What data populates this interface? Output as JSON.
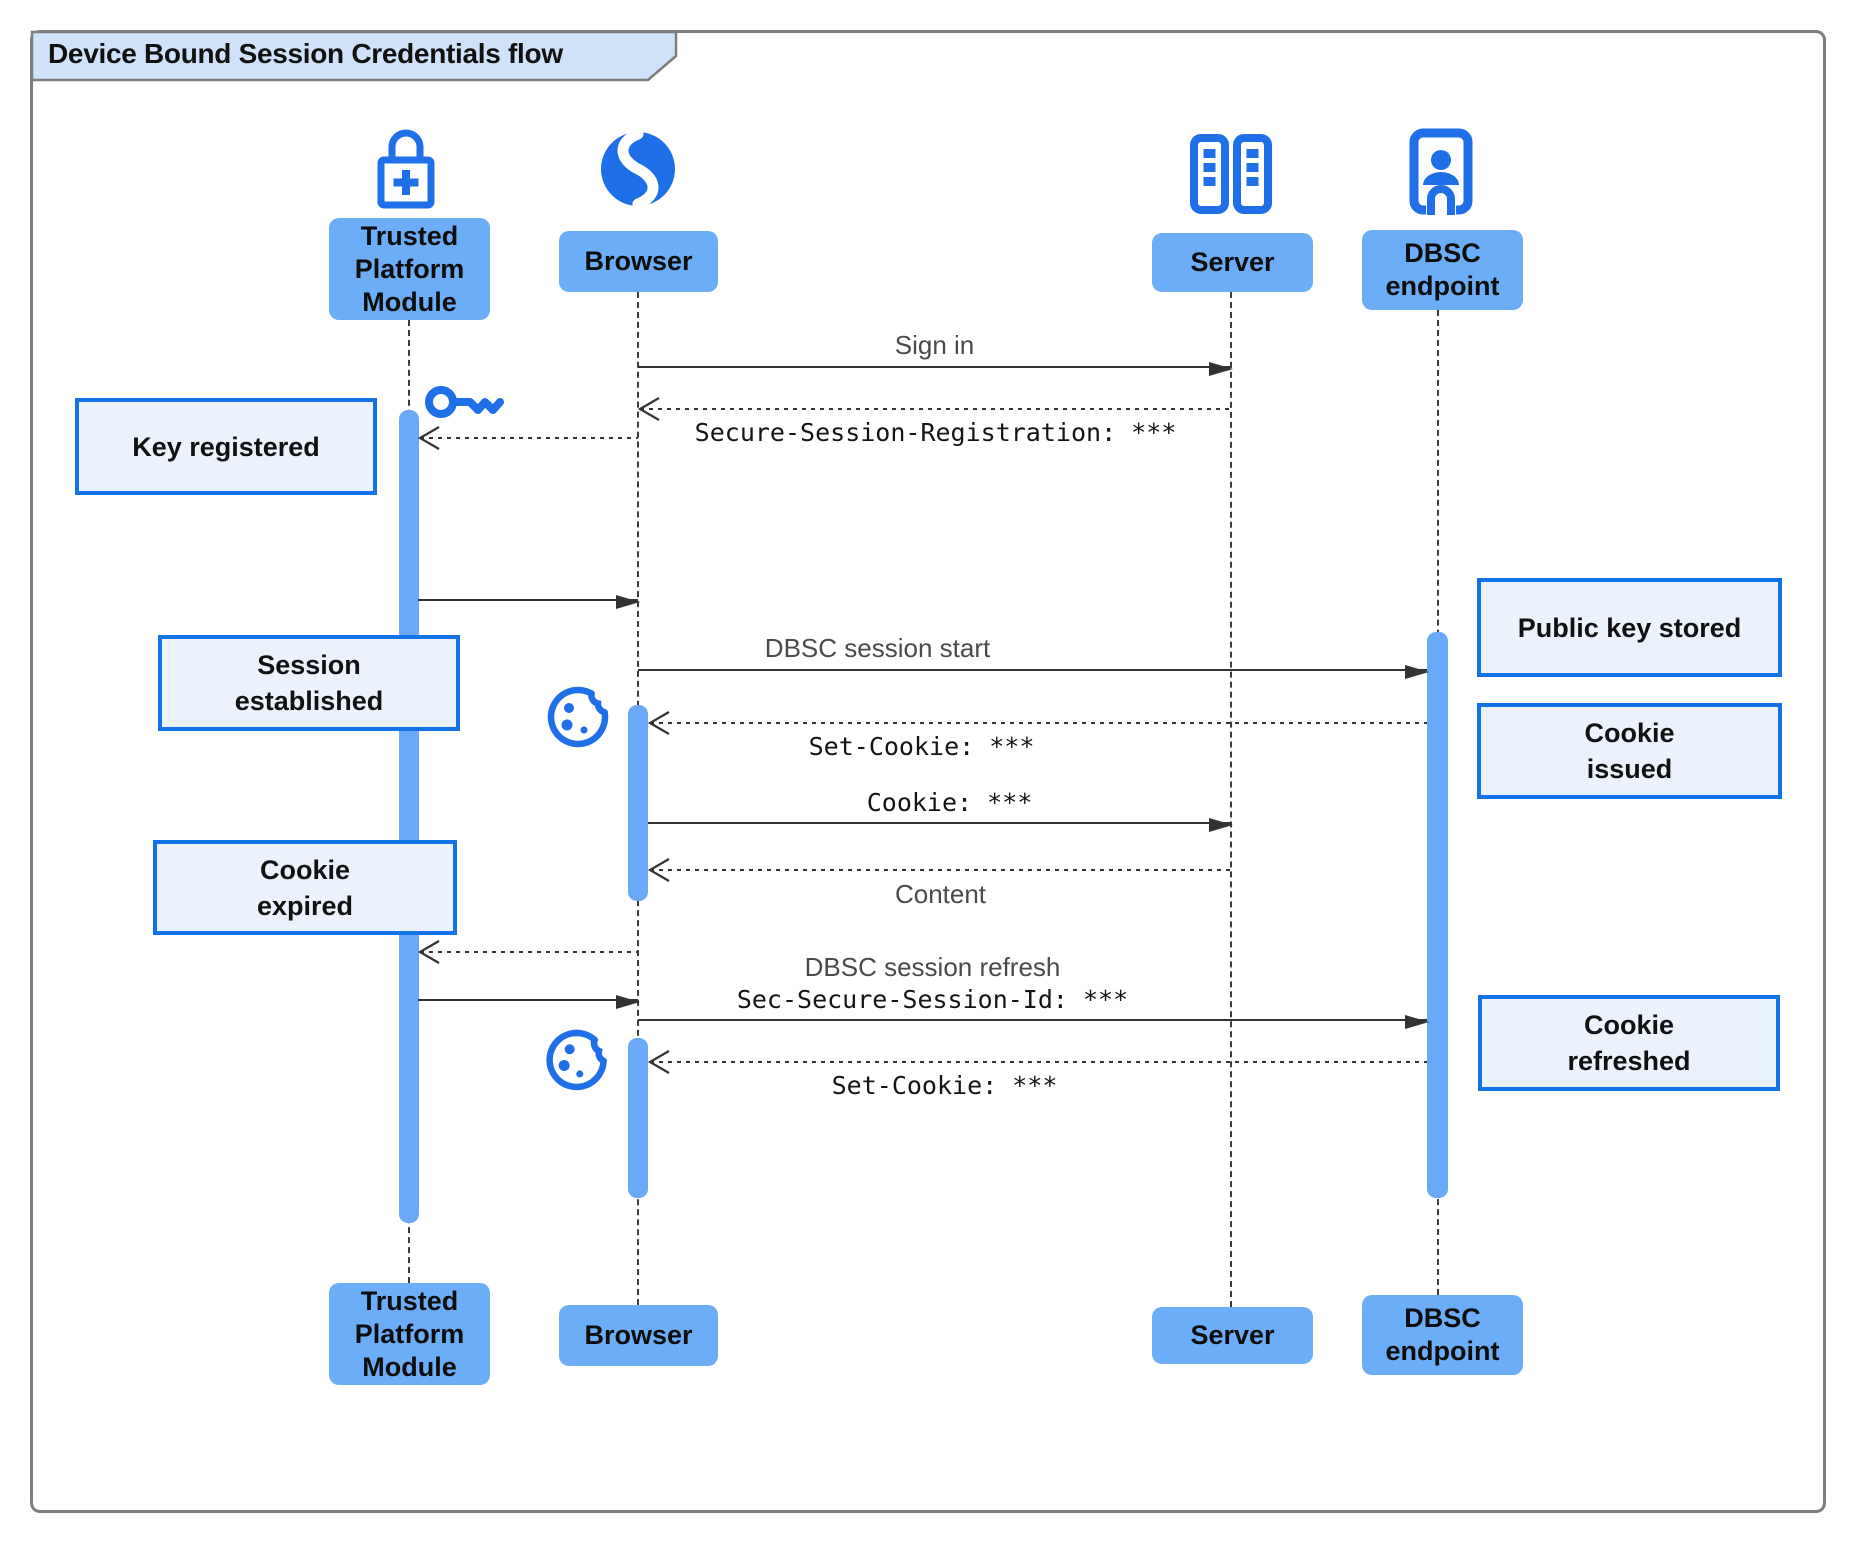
{
  "title": "Device Bound Session Credentials flow",
  "participants": [
    {
      "name": "Trusted Platform Module",
      "lines": [
        "Trusted",
        "Platform",
        "Module"
      ],
      "icon": "lock-plus-icon"
    },
    {
      "name": "Browser",
      "lines": [
        "Browser"
      ],
      "icon": "globe-icon"
    },
    {
      "name": "Server",
      "lines": [
        "Server"
      ],
      "icon": "server-racks-icon"
    },
    {
      "name": "DBSC endpoint",
      "lines": [
        "DBSC",
        "endpoint"
      ],
      "icon": "door-person-icon"
    }
  ],
  "messages": [
    {
      "from": "Browser",
      "to": "Server",
      "type": "solid",
      "label": "Sign in"
    },
    {
      "from": "Server",
      "to": "Browser",
      "type": "dashed",
      "label": "Secure-Session-Registration: ***",
      "mono": true
    },
    {
      "from": "Browser",
      "to": "Trusted Platform Module",
      "type": "dashed",
      "label": ""
    },
    {
      "from": "Trusted Platform Module",
      "to": "Browser",
      "type": "solid",
      "label": ""
    },
    {
      "from": "Browser",
      "to": "DBSC endpoint",
      "type": "solid",
      "label": "DBSC session start"
    },
    {
      "from": "DBSC endpoint",
      "to": "Browser",
      "type": "dashed",
      "label": "Set-Cookie: ***",
      "mono": true
    },
    {
      "from": "Browser",
      "to": "Server",
      "type": "solid",
      "label": "Cookie: ***",
      "mono": true
    },
    {
      "from": "Server",
      "to": "Browser",
      "type": "dashed",
      "label": "Content"
    },
    {
      "from": "Browser",
      "to": "Trusted Platform Module",
      "type": "dashed",
      "label": ""
    },
    {
      "from": "Trusted Platform Module",
      "to": "Browser",
      "type": "solid",
      "label": ""
    },
    {
      "from": "Browser",
      "to": "DBSC endpoint",
      "type": "solid",
      "label": "DBSC session refresh",
      "label2": "Sec-Secure-Session-Id: ***"
    },
    {
      "from": "DBSC endpoint",
      "to": "Browser",
      "type": "dashed",
      "label": "Set-Cookie: ***",
      "mono": true
    }
  ],
  "notes": [
    {
      "lines": [
        "Key registered"
      ]
    },
    {
      "lines": [
        "Session",
        "established"
      ]
    },
    {
      "lines": [
        "Cookie",
        "expired"
      ]
    },
    {
      "lines": [
        "Public key stored"
      ]
    },
    {
      "lines": [
        "Cookie",
        "issued"
      ]
    },
    {
      "lines": [
        "Cookie",
        "refreshed"
      ]
    }
  ],
  "icons": [
    "lock-plus-icon",
    "globe-icon",
    "server-racks-icon",
    "door-person-icon",
    "key-icon",
    "cookie-icon"
  ],
  "colors": {
    "accent": "#1e6fe8",
    "participant_fill": "#6cadf8",
    "activation_fill": "#6aa9f8",
    "note_fill": "#ebf2fc",
    "note_border": "#1273e7",
    "title_fill": "#cfe2f9",
    "frame_border": "#7e7e7e",
    "line": "#333333"
  }
}
